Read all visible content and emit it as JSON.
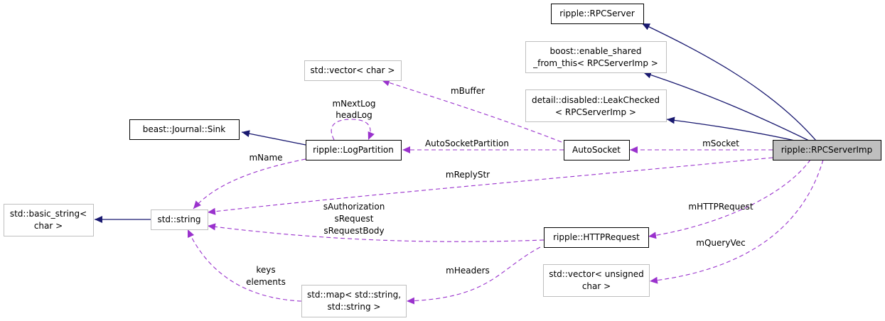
{
  "nodes": {
    "rpcserver": "ripple::RPCServer",
    "enable_shared_1": "boost::enable_shared",
    "enable_shared_2": "_from_this< RPCServerImp >",
    "leakchecked_1": "detail::disabled::LeakChecked",
    "leakchecked_2": "< RPCServerImp >",
    "vector_char": "std::vector< char >",
    "journal_sink": "beast::Journal::Sink",
    "logpartition": "ripple::LogPartition",
    "autosocket": "AutoSocket",
    "rpcserverimp": "ripple::RPCServerImp",
    "basic_string_1": "std::basic_string<",
    "basic_string_2": "char >",
    "std_string": "std::string",
    "httprequest": "ripple::HTTPRequest",
    "vector_uchar_1": "std::vector< unsigned",
    "vector_uchar_2": "char >",
    "map_1": "std::map< std::string,",
    "map_2": "std::string >"
  },
  "edge_labels": {
    "mbuffer": "mBuffer",
    "mnextlog": "mNextLog",
    "headlog": "headLog",
    "autosocketpartition": "AutoSocketPartition",
    "msocket": "mSocket",
    "mname": "mName",
    "mreplystr": "mReplyStr",
    "sauthorization": "sAuthorization",
    "srequest": "sRequest",
    "srequestbody": "sRequestBody",
    "mhttprequest": "mHTTPRequest",
    "mqueryvec": "mQueryVec",
    "mheaders": "mHeaders",
    "keys": "keys",
    "elements": "elements"
  },
  "colors": {
    "inheritance": "#191970",
    "usage": "#9a32cd",
    "highlight_fill": "#bfbfbf",
    "undocumented_border": "#bfbfbf"
  }
}
